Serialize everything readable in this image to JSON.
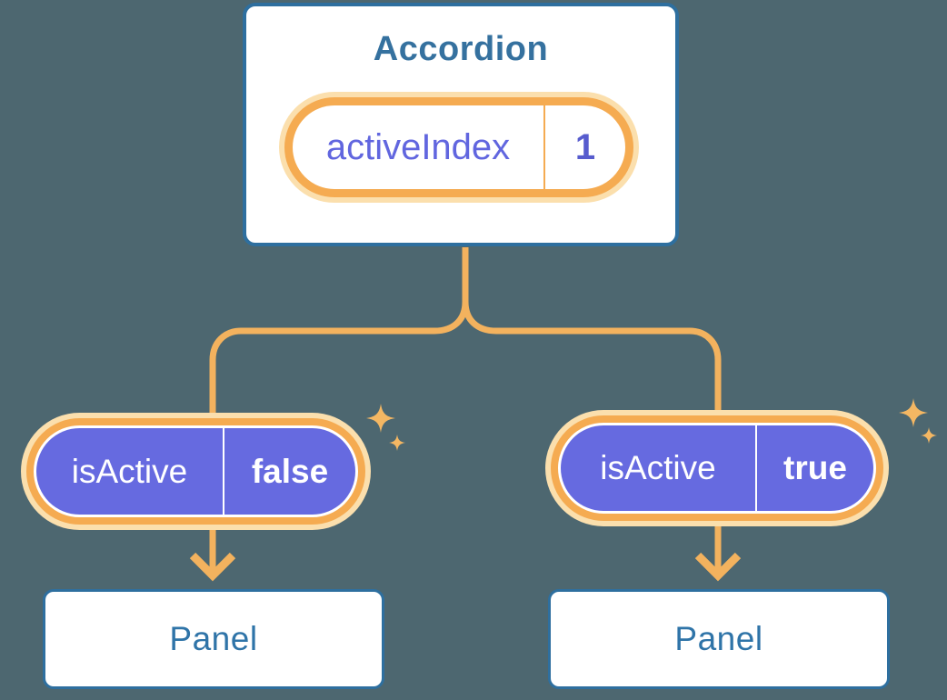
{
  "colors": {
    "background": "#4D6770",
    "cardFill": "#FFFFFF",
    "cardBorder": "#2E6F9F",
    "headingText": "#35719F",
    "panelText": "#2F74A8",
    "line": "#F3B25E",
    "ring": "#F5AB51",
    "halo": "#FBDFAD",
    "purpleFill": "#666AE0",
    "propNameText": "#6166DF",
    "propValueText": "#575CCE",
    "pillText": "#FFFFFF",
    "sparkle": "#F4B763"
  },
  "icons": {
    "sparkle": {
      "name": "sparkle-icon",
      "glyph": "✦"
    }
  },
  "accordion": {
    "title": "Accordion",
    "prop": {
      "name": "activeIndex",
      "value": "1"
    }
  },
  "panels": [
    {
      "prop": {
        "name": "isActive",
        "value": "false"
      },
      "label": "Panel"
    },
    {
      "prop": {
        "name": "isActive",
        "value": "true"
      },
      "label": "Panel"
    }
  ]
}
